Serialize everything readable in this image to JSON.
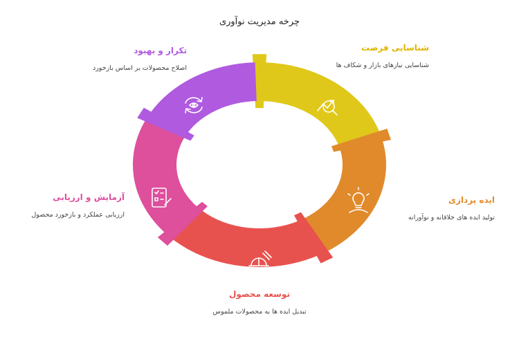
{
  "title": "چرخه مدیریت نوآوری",
  "stages": [
    {
      "key": "opportunity",
      "title": "شناسایی فرصت",
      "desc": "شناسایی نیازهای بازار و شکاف ها",
      "color": "#e0c81a",
      "text_color": "#e0b400",
      "icon": "opportunity-search-icon"
    },
    {
      "key": "ideation",
      "title": "ایده پردازی",
      "desc": "تولید ایده های خلاقانه و نوآورانه",
      "color": "#e08a2c",
      "text_color": "#e08a2c",
      "icon": "lightbulb-icon"
    },
    {
      "key": "development",
      "title": "توسعه محصول",
      "desc": "تبدیل ایده ها به محصولات ملموس",
      "color": "#e8524e",
      "text_color": "#e8524e",
      "icon": "hardhat-icon"
    },
    {
      "key": "testing",
      "title": "آزمایش و ارزیابی",
      "desc": "ارزیابی عملکرد و بازخورد محصول",
      "color": "#de4f9c",
      "text_color": "#de4f9c",
      "icon": "checklist-icon"
    },
    {
      "key": "iteration",
      "title": "تکرار و بهبود",
      "desc": "اصلاح محصولات بر اساس بازخورد",
      "color": "#b05ae0",
      "text_color": "#b05ae0",
      "icon": "refresh-eye-icon"
    }
  ]
}
